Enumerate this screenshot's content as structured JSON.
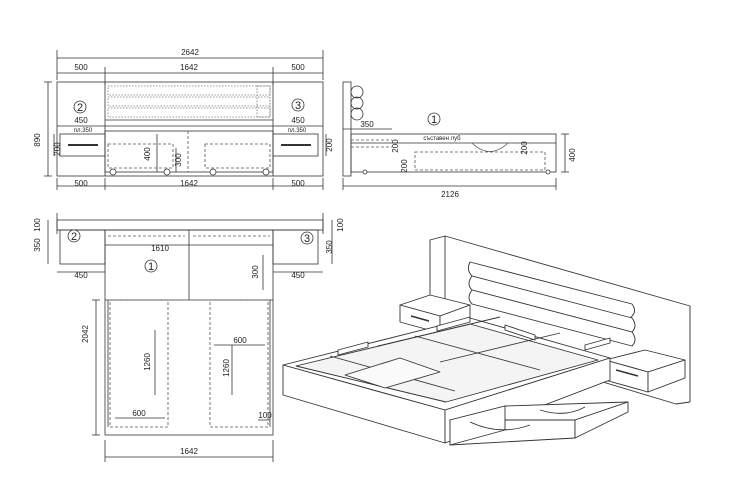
{
  "front_view": {
    "overall_width": "2642",
    "side_width_left": "500",
    "center_width": "1642",
    "side_width_right": "500",
    "bottom_left": "500",
    "bottom_center": "1642",
    "bottom_right": "500",
    "height": "890",
    "nightstand_width_left": "450",
    "nightstand_width_right": "450",
    "shelf_label_left": "пл.350",
    "shelf_label_right": "пл.350",
    "nightstand_height_left": "200",
    "nightstand_height_right": "200",
    "frame_height": "400",
    "drawer_height": "300",
    "marker_left": "2",
    "marker_right": "3"
  },
  "side_view": {
    "depth": "2126",
    "marker": "1",
    "label": "съставен луб",
    "shelf_depth": "350",
    "shelf_height": "200",
    "height": "400",
    "drawer_height": "200",
    "leg_height": "200"
  },
  "top_view": {
    "top_depth": "100",
    "top_depth_right": "100",
    "nightstand_depth_left": "350",
    "nightstand_depth_right": "350",
    "nightstand_width_left": "450",
    "nightstand_width_right": "450",
    "inner_width": "1610",
    "headboard_drawer": "300",
    "length": "2042",
    "drawer_width_left": "600",
    "drawer_width_right": "600",
    "drawer_depth_left": "1260",
    "drawer_depth_right": "1260",
    "gap": "100",
    "overall_width": "1642",
    "marker_center": "1",
    "marker_left": "2",
    "marker_right": "3"
  }
}
